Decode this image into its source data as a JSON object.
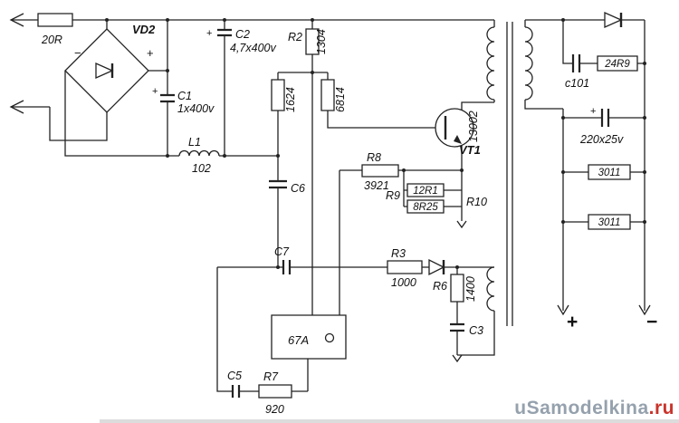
{
  "schematic": {
    "labels": {
      "r20": "20R",
      "vd2": "VD2",
      "bridge_minus": "−",
      "bridge_plus": "+",
      "c1_plus": "+",
      "c1": "C1",
      "c1v": "1x400v",
      "l1": "L1",
      "l1v": "102",
      "c2_plus": "+",
      "c2": "C2",
      "c2v": "4,7x400v",
      "r2": "R2",
      "r2v": "1304",
      "r4v": "1624",
      "r5v": "6814",
      "vt1": "VT1",
      "vt1v": "13002",
      "r8": "R8",
      "r8v": "3921",
      "r9": "R9",
      "r9v": "12R1",
      "r10v": "8R25",
      "r10": "R10",
      "c6": "C6",
      "c7": "C7",
      "r3": "R3",
      "r3v": "1000",
      "r6": "R6",
      "r6v": "1400",
      "c3": "C3",
      "ic": "67A",
      "c5": "C5",
      "r7": "R7",
      "r7v": "920",
      "c101": "c101",
      "r11v": "24R9",
      "cout_plus": "+",
      "cout": "220x25v",
      "r12v": "3011",
      "r13v": "3011",
      "out_plus": "+",
      "out_minus": "−"
    }
  },
  "watermark": {
    "site": "uSamodelkina",
    "tld": ".ru"
  },
  "colors": {
    "wire": "#222222",
    "watermark": "#95a1ad",
    "watermark_accent": "#c9342b"
  }
}
